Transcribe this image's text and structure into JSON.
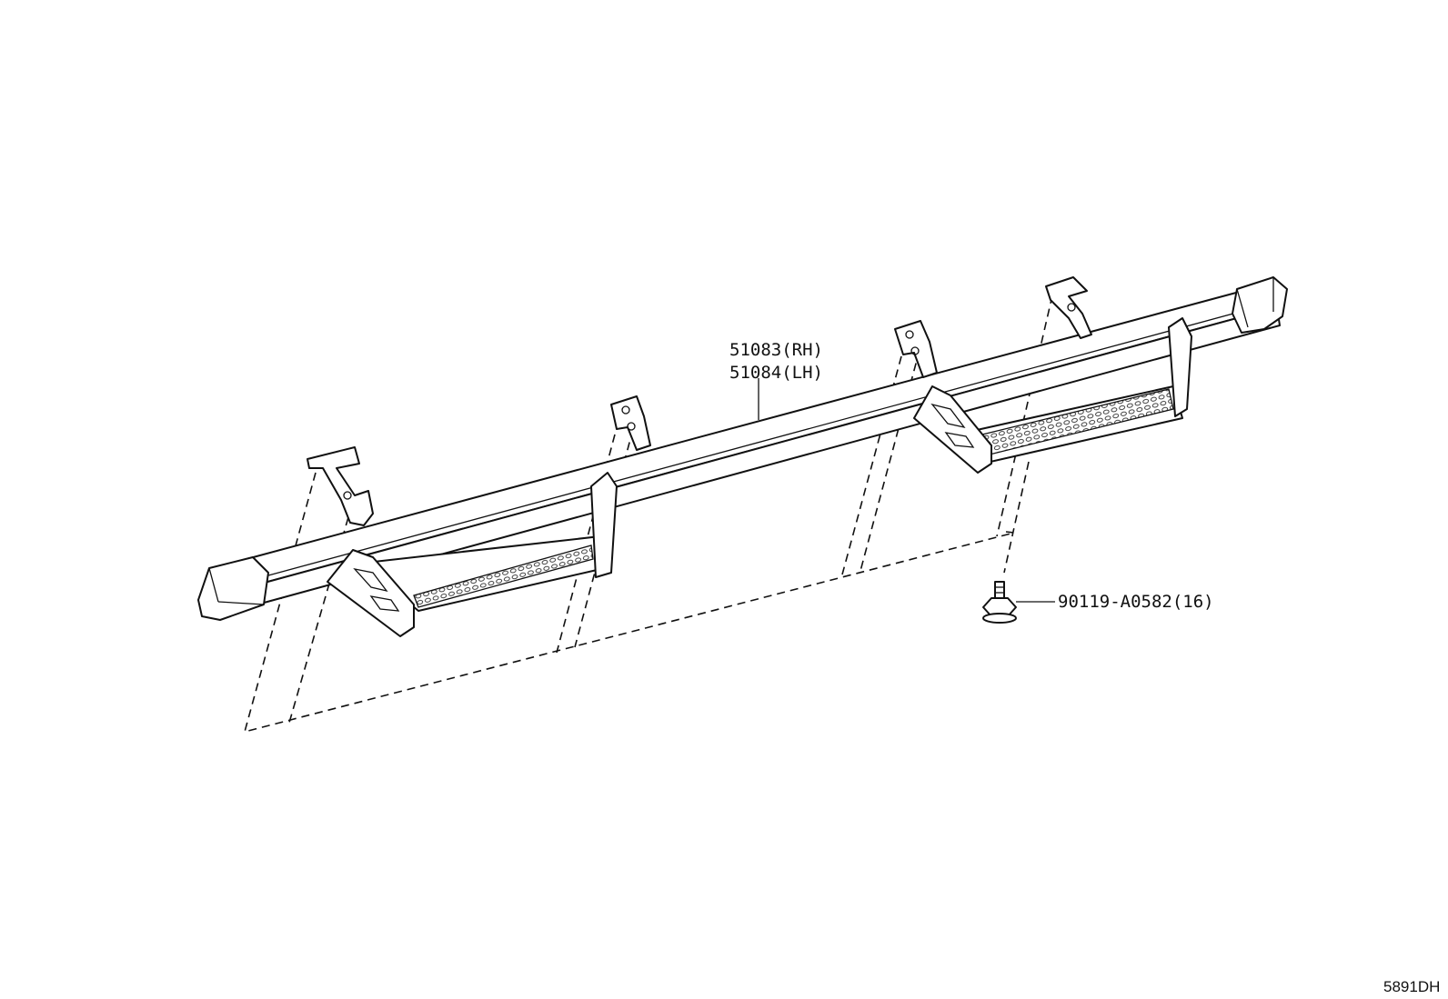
{
  "callouts": {
    "rail_rh": "51083(RH)",
    "rail_lh": "51084(LH)",
    "bolt": "90119-A0582(16)"
  },
  "figure_code": "5891DH"
}
